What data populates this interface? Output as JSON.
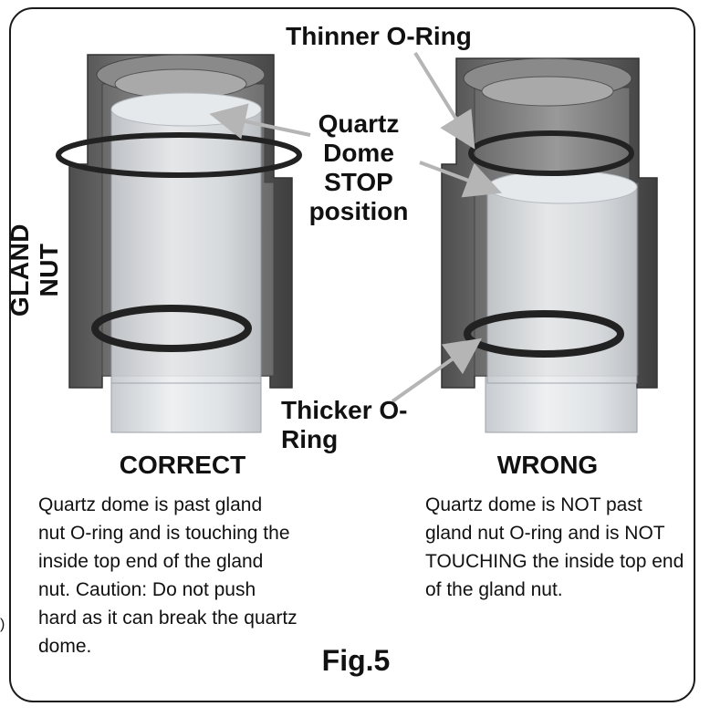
{
  "labels": {
    "thinner_oring": "Thinner O-Ring",
    "quartz_stop": [
      "Quartz",
      "Dome STOP",
      "position"
    ],
    "thicker_oring": "Thicker O-Ring",
    "gland_nut": "GLAND NUT",
    "fig": "Fig.5",
    "edge_glyph": ")"
  },
  "correct": {
    "heading": "CORRECT",
    "lines": [
      "Quartz dome is past gland",
      "nut O-ring and is touching the",
      "inside top end of the gland",
      "nut. Caution: Do not push",
      "hard as it can break the quartz",
      "dome."
    ]
  },
  "wrong": {
    "heading": "WRONG",
    "lines": [
      "Quartz dome is NOT past",
      "gland nut O-ring and is NOT",
      "TOUCHING the inside top end",
      "of the gland nut."
    ]
  },
  "colors": {
    "nut_dark": "#5a5a5a",
    "nut_mid": "#7a7a7a",
    "nut_light": "#9a9a9a",
    "glass": "#d4d8dc",
    "oring": "#222222",
    "arrow": "#b5b5b5"
  }
}
